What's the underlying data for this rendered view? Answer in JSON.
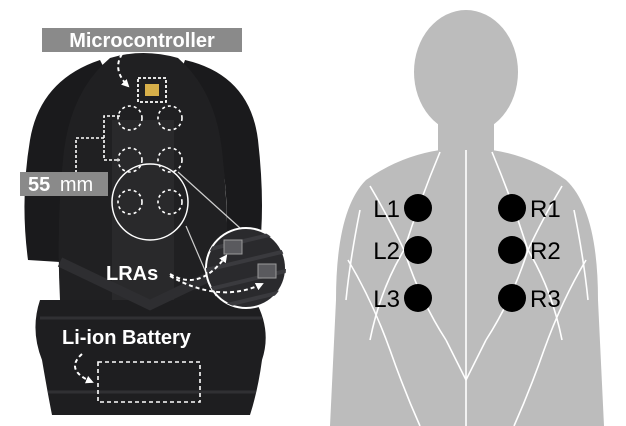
{
  "vest": {
    "microcontroller_label": "Microcontroller",
    "spacing_value": "55",
    "spacing_unit": "mm",
    "lras_label": "LRAs",
    "battery_label": "Li-ion Battery",
    "color_vest": "#1d1d1f",
    "color_strap": "#2a2a2c",
    "color_dashed": "#ffffff",
    "color_label_bg": "#8a8a8a"
  },
  "body_map": {
    "color_silhouette": "#bcbcbc",
    "color_lines": "#ffffff",
    "color_dot": "#000000",
    "motors_left": [
      "L1",
      "L2",
      "L3"
    ],
    "motors_right": [
      "R1",
      "R2",
      "R3"
    ]
  }
}
